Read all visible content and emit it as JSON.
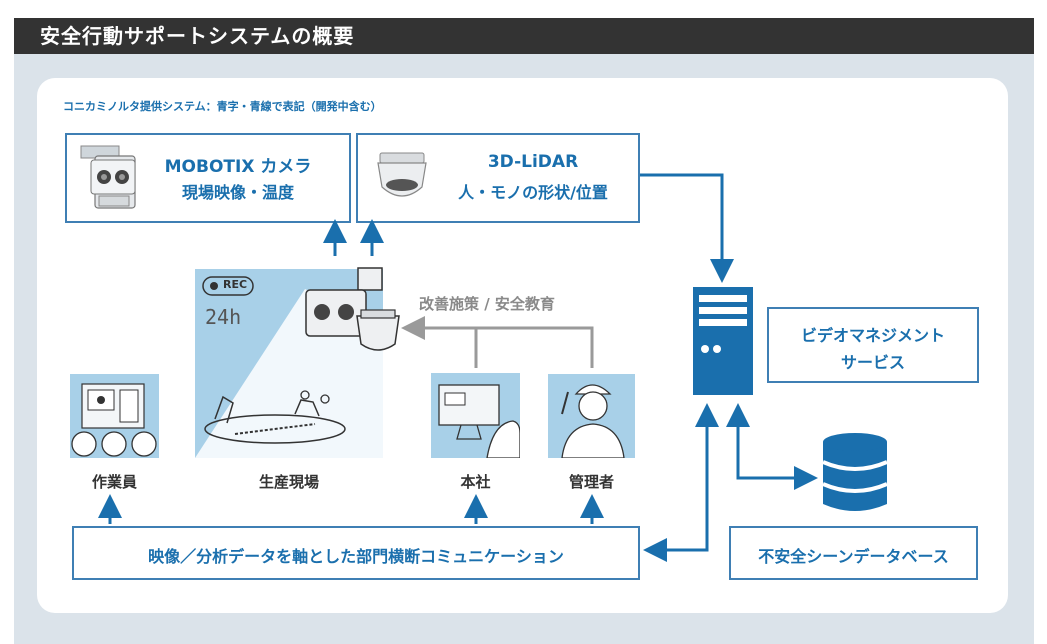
{
  "header": {
    "title": "安全行動サポートシステムの概要"
  },
  "note": "コニカミノルタ提供システム：青字・青線で表記（開発中含む）",
  "camera_box": {
    "line1": "MOBOTIX カメラ",
    "line2": "現場映像・温度"
  },
  "lidar_box": {
    "line1": "3D-LiDAR",
    "line2": "人・モノの形状/位置"
  },
  "vms_box": {
    "line1": "ビデオマネジメント",
    "line2": "サービス"
  },
  "comm_box": {
    "label": "映像／分析データを軸とした部門横断コミュニケーション"
  },
  "db_box": {
    "label": "不安全シーンデータベース"
  },
  "feedback_label": "改善施策 / 安全教育",
  "labels": {
    "worker": "作業員",
    "site": "生産現場",
    "hq": "本社",
    "manager": "管理者"
  },
  "site_image": {
    "rec": "REC",
    "badge": "24h"
  },
  "colors": {
    "accent": "#1a6fad",
    "border": "#3f7fb4",
    "illustration_bg": "#a8d0e8",
    "gray_arrow": "#9a9a9a",
    "header_bg": "#333333"
  }
}
